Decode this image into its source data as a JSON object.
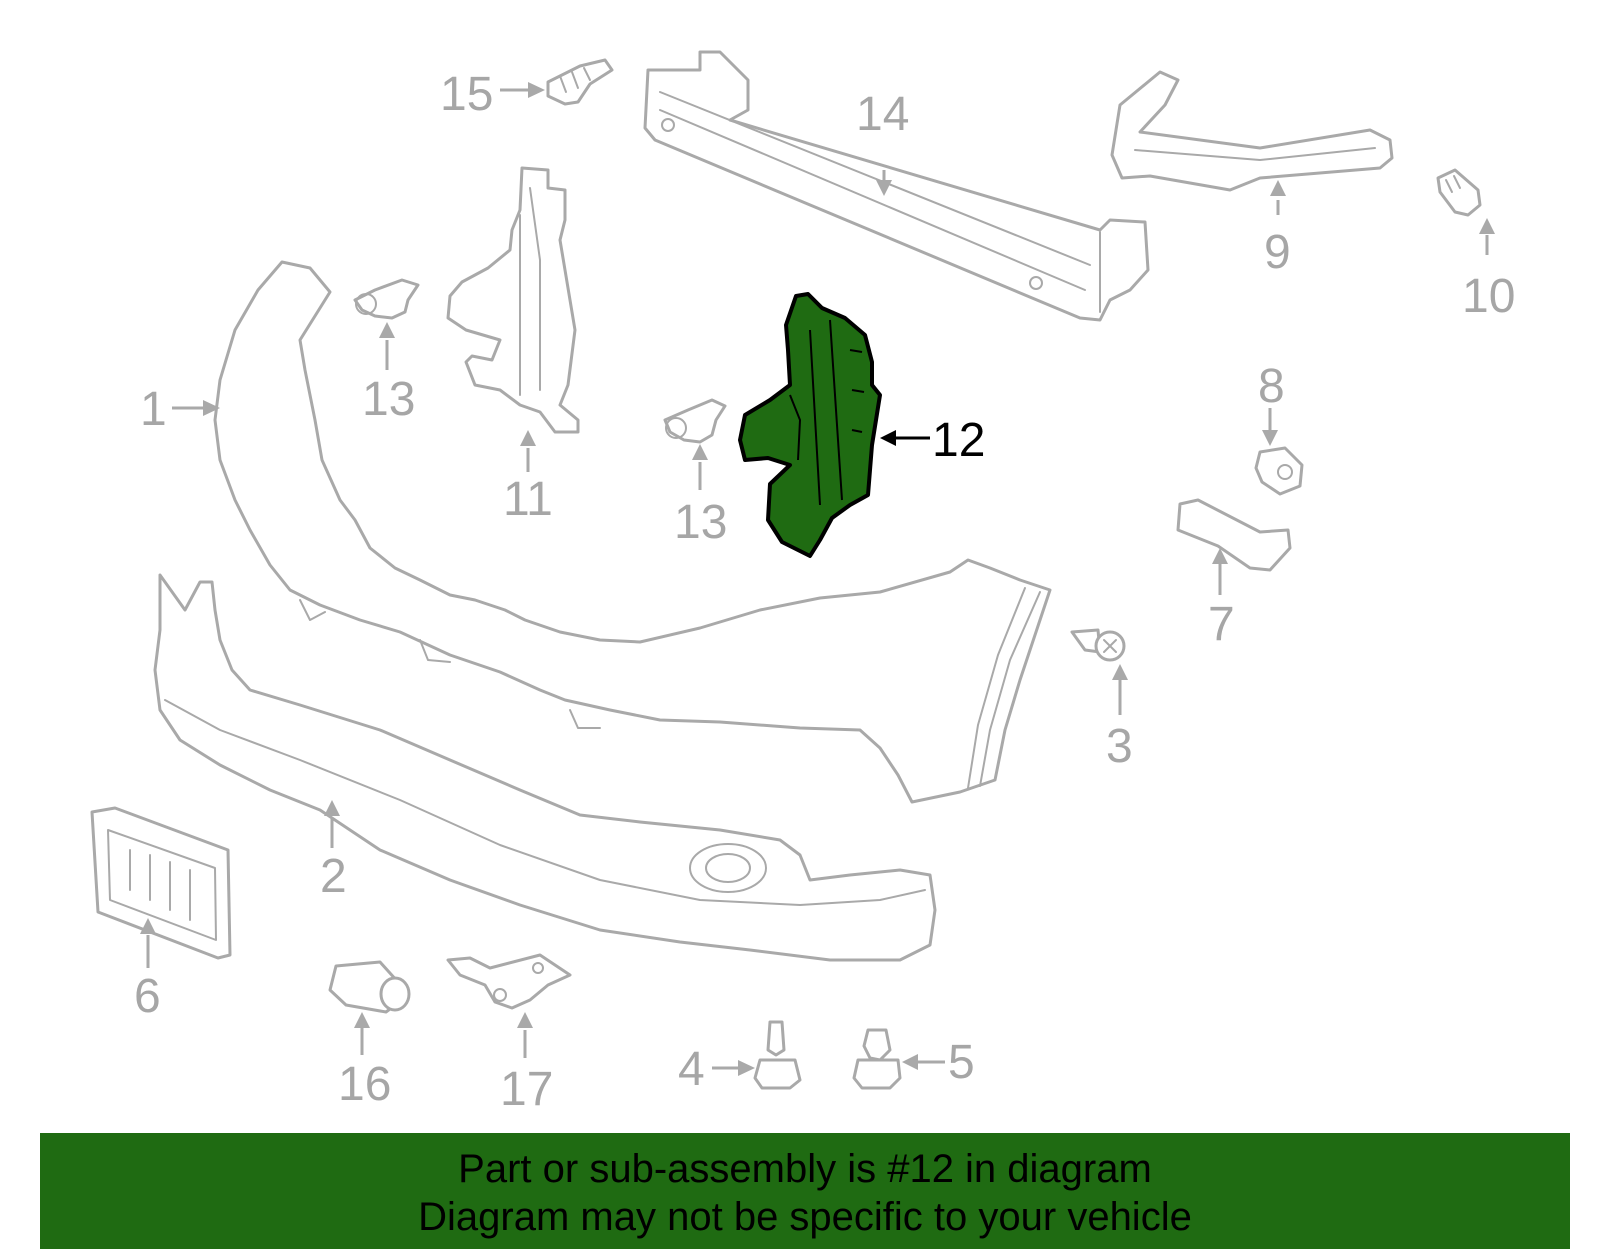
{
  "diagram": {
    "highlight_color": "#1f6b12",
    "line_color": "#a9a9a9",
    "callouts": [
      {
        "id": "1",
        "label": "1"
      },
      {
        "id": "2",
        "label": "2"
      },
      {
        "id": "3",
        "label": "3"
      },
      {
        "id": "4",
        "label": "4"
      },
      {
        "id": "5",
        "label": "5"
      },
      {
        "id": "6",
        "label": "6"
      },
      {
        "id": "7",
        "label": "7"
      },
      {
        "id": "8",
        "label": "8"
      },
      {
        "id": "9",
        "label": "9"
      },
      {
        "id": "10",
        "label": "10"
      },
      {
        "id": "11",
        "label": "11"
      },
      {
        "id": "12",
        "label": "12",
        "highlighted": true
      },
      {
        "id": "13a",
        "label": "13"
      },
      {
        "id": "13b",
        "label": "13"
      },
      {
        "id": "14",
        "label": "14"
      },
      {
        "id": "15",
        "label": "15"
      },
      {
        "id": "16",
        "label": "16"
      },
      {
        "id": "17",
        "label": "17"
      }
    ]
  },
  "footer": {
    "line1": "Part or sub-assembly is #12 in diagram",
    "line2": "Diagram may not be specific to your vehicle",
    "background": "#1f6b12"
  }
}
